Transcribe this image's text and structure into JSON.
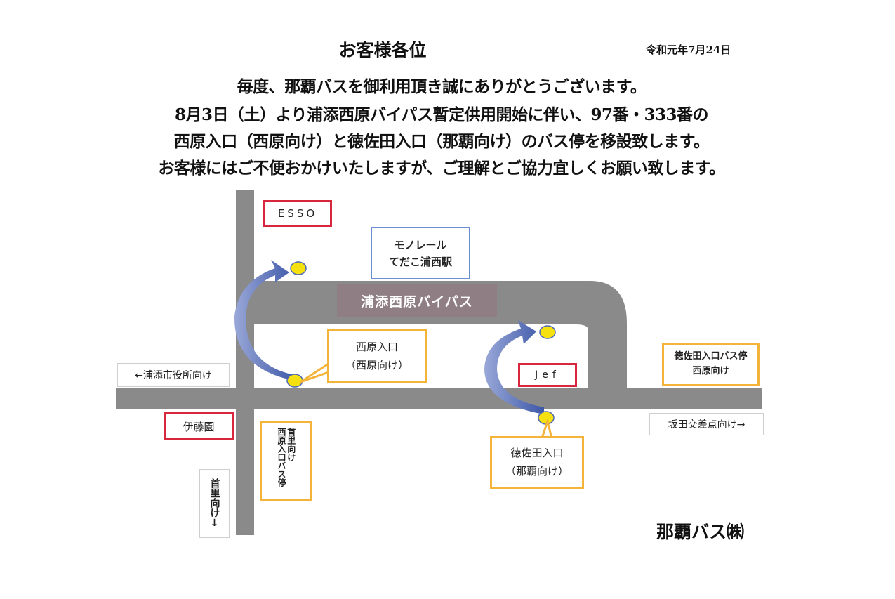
{
  "notice": {
    "greeting": "お客様各位",
    "date": "令和元年7月24日",
    "lines": [
      "毎度、那覇バスを御利用頂き誠にありがとうございます。",
      "8月3日（土）より浦添西原バイパス暫定供用開始に伴い、97番・333番の",
      "西原入口（西原向け）と徳佐田入口（那覇向け）のバス停を移設致します。",
      "お客様にはご不便おかけいたしますが、ご理解とご協力宜しくお願い致します。"
    ],
    "company": "那覇バス㈱"
  },
  "map": {
    "road_color": "#8a8a8a",
    "stop_color": "#f5e10f",
    "arrow_color": "#4f68b5",
    "bypass_label_bg": "#8f7f84",
    "bypass": "浦添西原バイパス",
    "landmarks": {
      "esso": "ESSO",
      "monorail_line1": "モノレール",
      "monorail_line2": "てだこ浦西駅",
      "jef": "Jef",
      "itoen": "伊藤園"
    },
    "stops": {
      "nishihara_line1": "西原入口",
      "nishihara_line2": "（西原向け）",
      "tokusada_line1": "徳佐田入口",
      "tokusada_line2": "（那覇向け）",
      "tokusada_stop_line1": "徳佐田入口バス停",
      "tokusada_stop_line2": "西原向け",
      "nishihara_stop_vertical": "西原入口バス停",
      "shuri_vertical": "首里向け"
    },
    "directions": {
      "urasoe_city_hall": "←浦添市役所向け",
      "sakata": "坂田交差点向け→",
      "shuri": "首里向け↓"
    }
  }
}
